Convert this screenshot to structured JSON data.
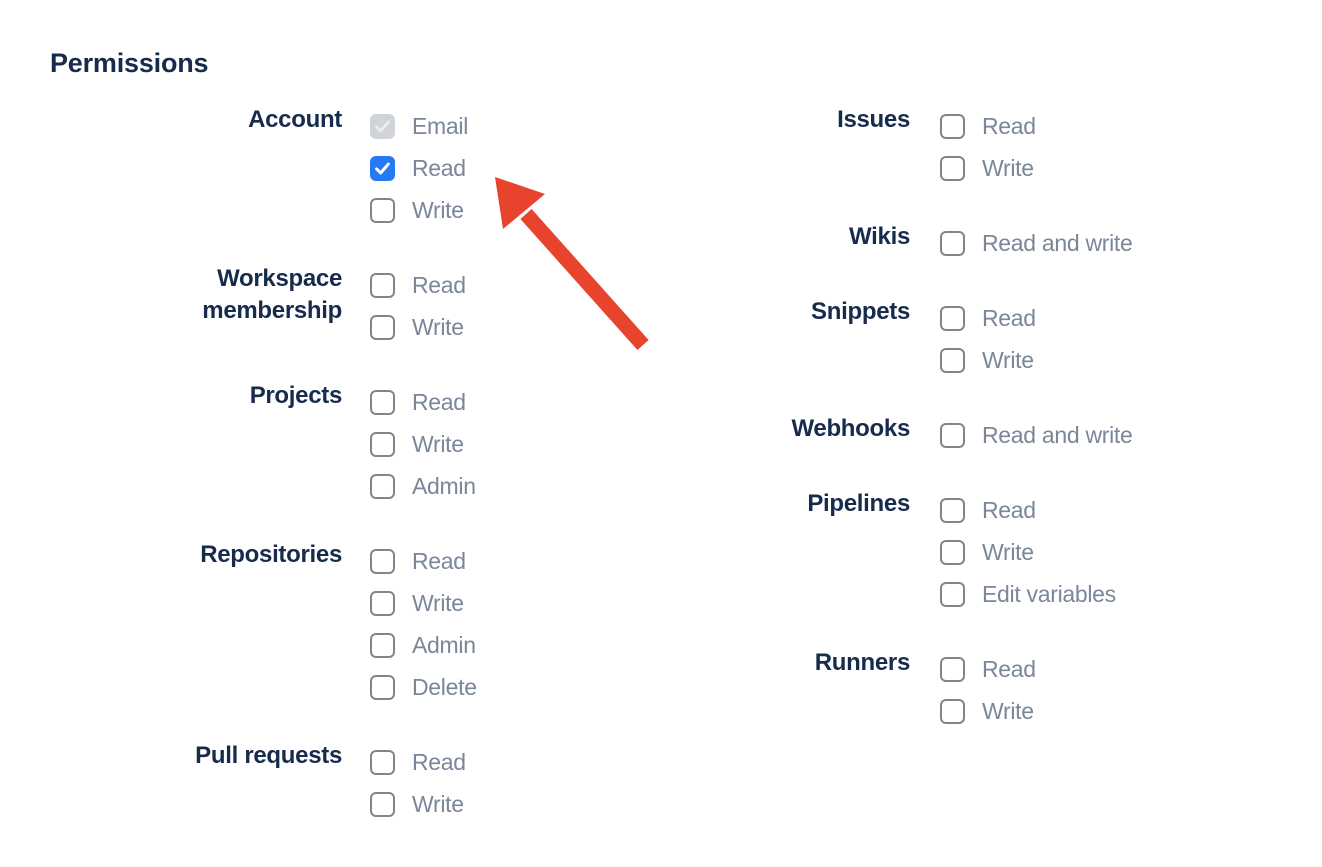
{
  "title": "Permissions",
  "colors": {
    "heading_navy": "#172B4D",
    "option_label_grey": "#7A869A",
    "checkbox_border": "#81858C",
    "checkbox_checked_blue": "#2479F6",
    "checkbox_disabled_bg": "#D0D4D9",
    "checkbox_disabled_check": "#E9EBEE",
    "arrow_red": "#E8432C"
  },
  "columns": [
    {
      "groups": [
        {
          "label": "Account",
          "options": [
            {
              "label": "Email",
              "checked": true,
              "disabled": true
            },
            {
              "label": "Read",
              "checked": true,
              "disabled": false
            },
            {
              "label": "Write",
              "checked": false,
              "disabled": false
            }
          ]
        },
        {
          "label": "Workspace membership",
          "options": [
            {
              "label": "Read",
              "checked": false,
              "disabled": false
            },
            {
              "label": "Write",
              "checked": false,
              "disabled": false
            }
          ]
        },
        {
          "label": "Projects",
          "options": [
            {
              "label": "Read",
              "checked": false,
              "disabled": false
            },
            {
              "label": "Write",
              "checked": false,
              "disabled": false
            },
            {
              "label": "Admin",
              "checked": false,
              "disabled": false
            }
          ]
        },
        {
          "label": "Repositories",
          "options": [
            {
              "label": "Read",
              "checked": false,
              "disabled": false
            },
            {
              "label": "Write",
              "checked": false,
              "disabled": false
            },
            {
              "label": "Admin",
              "checked": false,
              "disabled": false
            },
            {
              "label": "Delete",
              "checked": false,
              "disabled": false
            }
          ]
        },
        {
          "label": "Pull requests",
          "options": [
            {
              "label": "Read",
              "checked": false,
              "disabled": false
            },
            {
              "label": "Write",
              "checked": false,
              "disabled": false
            }
          ]
        }
      ]
    },
    {
      "groups": [
        {
          "label": "Issues",
          "options": [
            {
              "label": "Read",
              "checked": false,
              "disabled": false
            },
            {
              "label": "Write",
              "checked": false,
              "disabled": false
            }
          ]
        },
        {
          "label": "Wikis",
          "options": [
            {
              "label": "Read and write",
              "checked": false,
              "disabled": false
            }
          ]
        },
        {
          "label": "Snippets",
          "options": [
            {
              "label": "Read",
              "checked": false,
              "disabled": false
            },
            {
              "label": "Write",
              "checked": false,
              "disabled": false
            }
          ]
        },
        {
          "label": "Webhooks",
          "options": [
            {
              "label": "Read and write",
              "checked": false,
              "disabled": false
            }
          ]
        },
        {
          "label": "Pipelines",
          "options": [
            {
              "label": "Read",
              "checked": false,
              "disabled": false
            },
            {
              "label": "Write",
              "checked": false,
              "disabled": false
            },
            {
              "label": "Edit variables",
              "checked": false,
              "disabled": false
            }
          ]
        },
        {
          "label": "Runners",
          "options": [
            {
              "label": "Read",
              "checked": false,
              "disabled": false
            },
            {
              "label": "Write",
              "checked": false,
              "disabled": false
            }
          ]
        }
      ]
    }
  ]
}
